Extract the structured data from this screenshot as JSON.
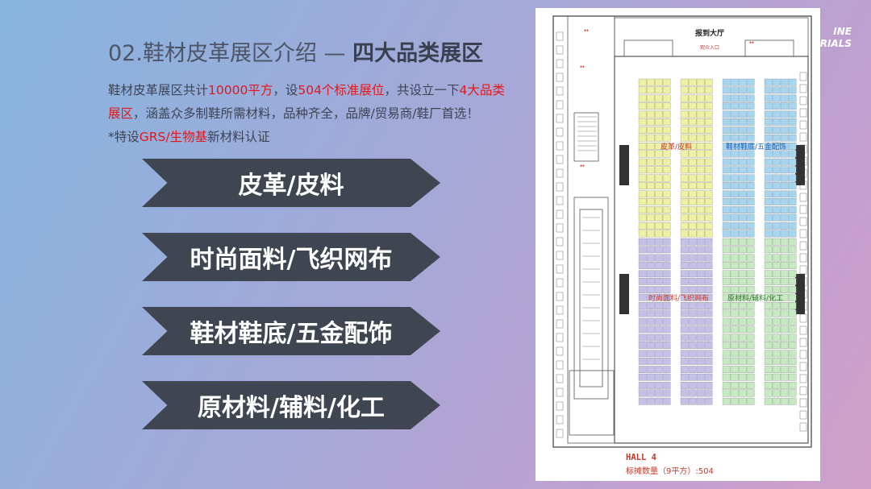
{
  "title": {
    "prefix": "02.鞋材皮革展区介绍 — ",
    "bold": "四大品类展区"
  },
  "brand": "INE\nERIALS",
  "description": {
    "line1_a": "鞋材皮革展区共计",
    "line1_b": "10000平方",
    "line1_c": "，设",
    "line1_d": "504个标准展位",
    "line1_e": "，共设立一下",
    "line1_f": "4大品类",
    "line2_a": "展区",
    "line2_b": "，涵盖众多制鞋所需材料，品种齐全，品牌/贸易商/鞋厂首选！",
    "line3_a": "*特设",
    "line3_b": "GRS/生物基",
    "line3_c": "新材料认证"
  },
  "categories": [
    {
      "label": "皮革/皮料"
    },
    {
      "label": "时尚面料/飞织网布"
    },
    {
      "label": "鞋材鞋底/五金配饰"
    },
    {
      "label": "原材料/辅料/化工"
    }
  ],
  "floorplan": {
    "hall_top": "报到大厅",
    "entrance": "观众入口",
    "zones": {
      "leather": "皮革/皮料",
      "hardware": "鞋材鞋底/五金配饰",
      "fabric": "时尚面料/飞织网布",
      "materials": "原材料/辅料/化工"
    },
    "zone_colors": {
      "leather": "#eef0a6",
      "hardware": "#a9d4ee",
      "fabric": "#c5c0e6",
      "materials": "#c7e8c3"
    },
    "hall_name": "HALL 4",
    "booth_count": "标摊数量（9平方）:504"
  }
}
